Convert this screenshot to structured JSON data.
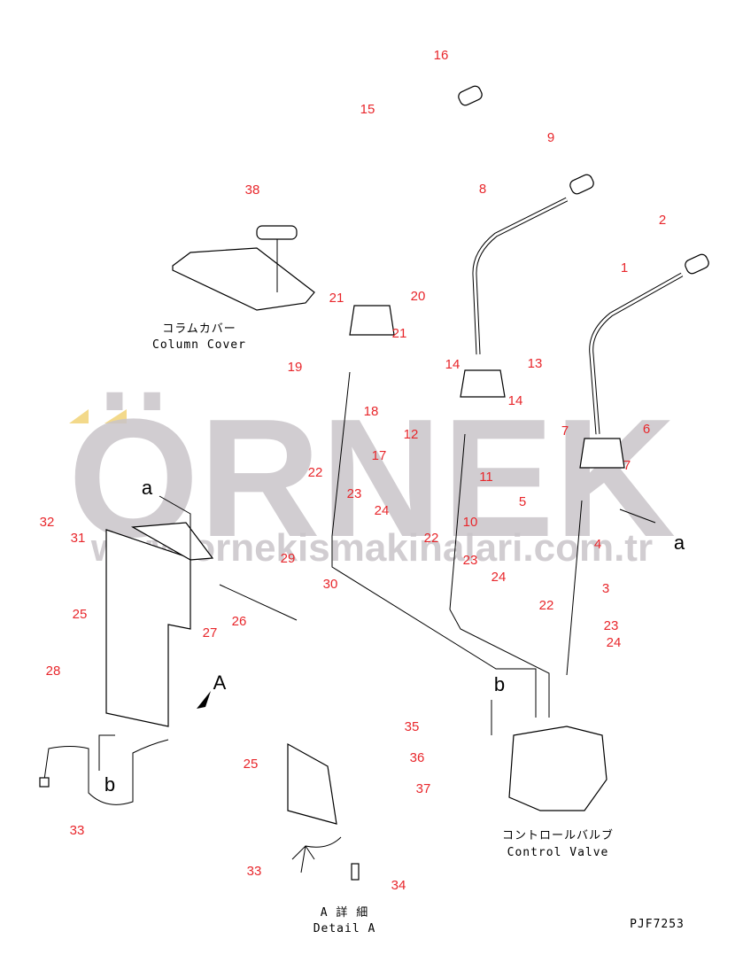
{
  "watermark": {
    "brand": "ÖRNEK",
    "url": "www.ornekismakinalari.com.tr",
    "accent_color": "#f3d98a"
  },
  "callouts": [
    "16",
    "15",
    "9",
    "8",
    "2",
    "38",
    "1",
    "21",
    "20",
    "21",
    "19",
    "14",
    "13",
    "18",
    "14",
    "12",
    "7",
    "6",
    "17",
    "11",
    "7",
    "22",
    "5",
    "23",
    "24",
    "10",
    "4",
    "32",
    "31",
    "22",
    "29",
    "23",
    "24",
    "30",
    "3",
    "26",
    "25",
    "27",
    "22",
    "23",
    "24",
    "28",
    "35",
    "36",
    "25",
    "37",
    "33",
    "33",
    "34"
  ],
  "view_letters": [
    "a",
    "a",
    "A",
    "b",
    "b"
  ],
  "captions": {
    "column_cover_jp": "コラムカバー",
    "column_cover_en": "Column Cover",
    "control_valve_jp": "コントロールバルブ",
    "control_valve_en": "Control Valve",
    "detail_jp": "A 詳 細",
    "detail_en": "Detail A",
    "drawing_no": "PJF7253"
  },
  "colors": {
    "callout": "#e8262b",
    "line": "#000000"
  }
}
